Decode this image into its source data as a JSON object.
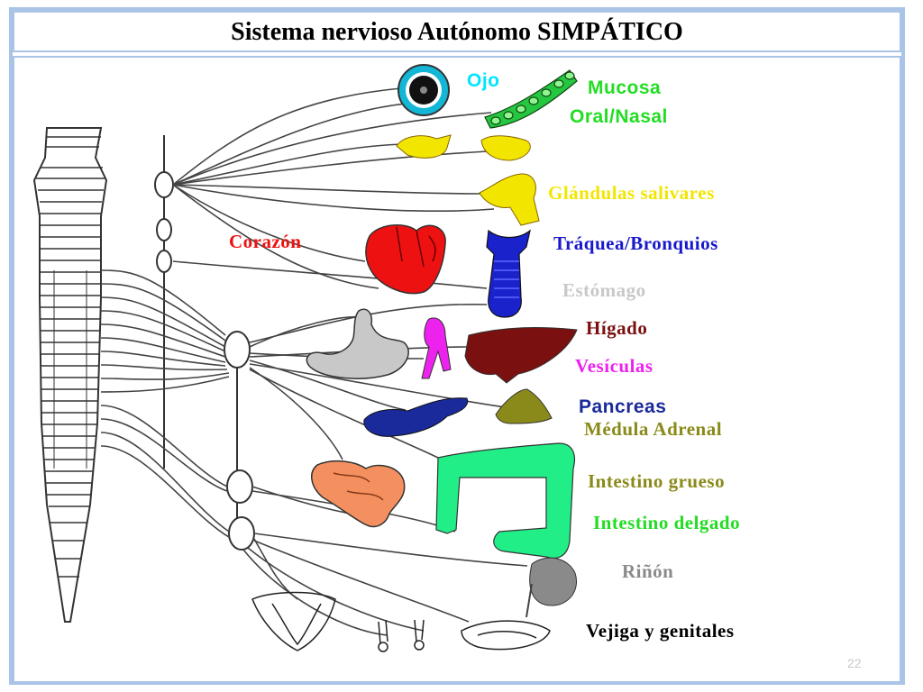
{
  "title": "Sistema nervioso Autónomo SIMPÁTICO",
  "page_number": "22",
  "labels": {
    "ojo": "Ojo",
    "mucosa": "Mucosa",
    "oral_nasal": "Oral/Nasal",
    "glandulas": "Glándulas salivares",
    "corazon": "Corazón",
    "traquea": "Tráquea/Bronquios",
    "estomago": "Estómago",
    "higado": "Hígado",
    "vesiculas": "Vesículas",
    "pancreas": "Pancreas",
    "medula": "Médula  Adrenal",
    "intestino_grueso": "Intestino grueso",
    "intestino_delgado": "Intestino delgado",
    "rinon": "Riñón",
    "vejiga": "Vejiga y genitales"
  },
  "colors": {
    "ojo": "#00e5ff",
    "mucosa": "#22dd22",
    "glandulas": "#f2e600",
    "corazon": "#ee1111",
    "traquea": "#1818cc",
    "estomago": "#c8c8c8",
    "higado": "#7a1010",
    "vesiculas": "#ee22ee",
    "pancreas": "#1a2a9a",
    "medula": "#8a8a1a",
    "intestino_grueso": "#8a8a1a",
    "intestino_delgado": "#22dd22",
    "rinon": "#8a8a8a",
    "vejiga": "#000000"
  }
}
